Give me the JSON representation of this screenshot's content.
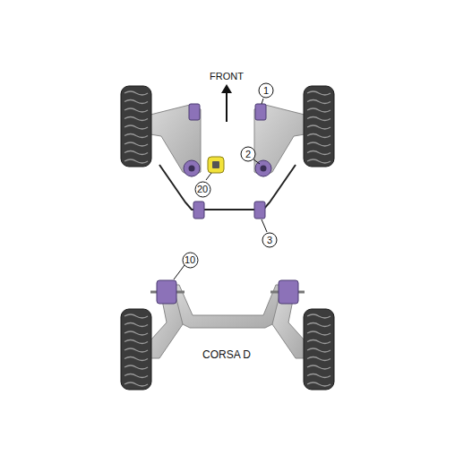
{
  "diagram": {
    "nodes": [
      {
        "text": [
          "1"
        ]
      },
      {
        "text": [
          "2"
        ]
      },
      {
        "text": [
          "20"
        ]
      },
      {
        "text": [
          "3"
        ]
      },
      {
        "text": [
          "10"
        ]
      }
    ],
    "edges": [],
    "labels": [
      "FRONT",
      "CORSA D"
    ]
  }
}
